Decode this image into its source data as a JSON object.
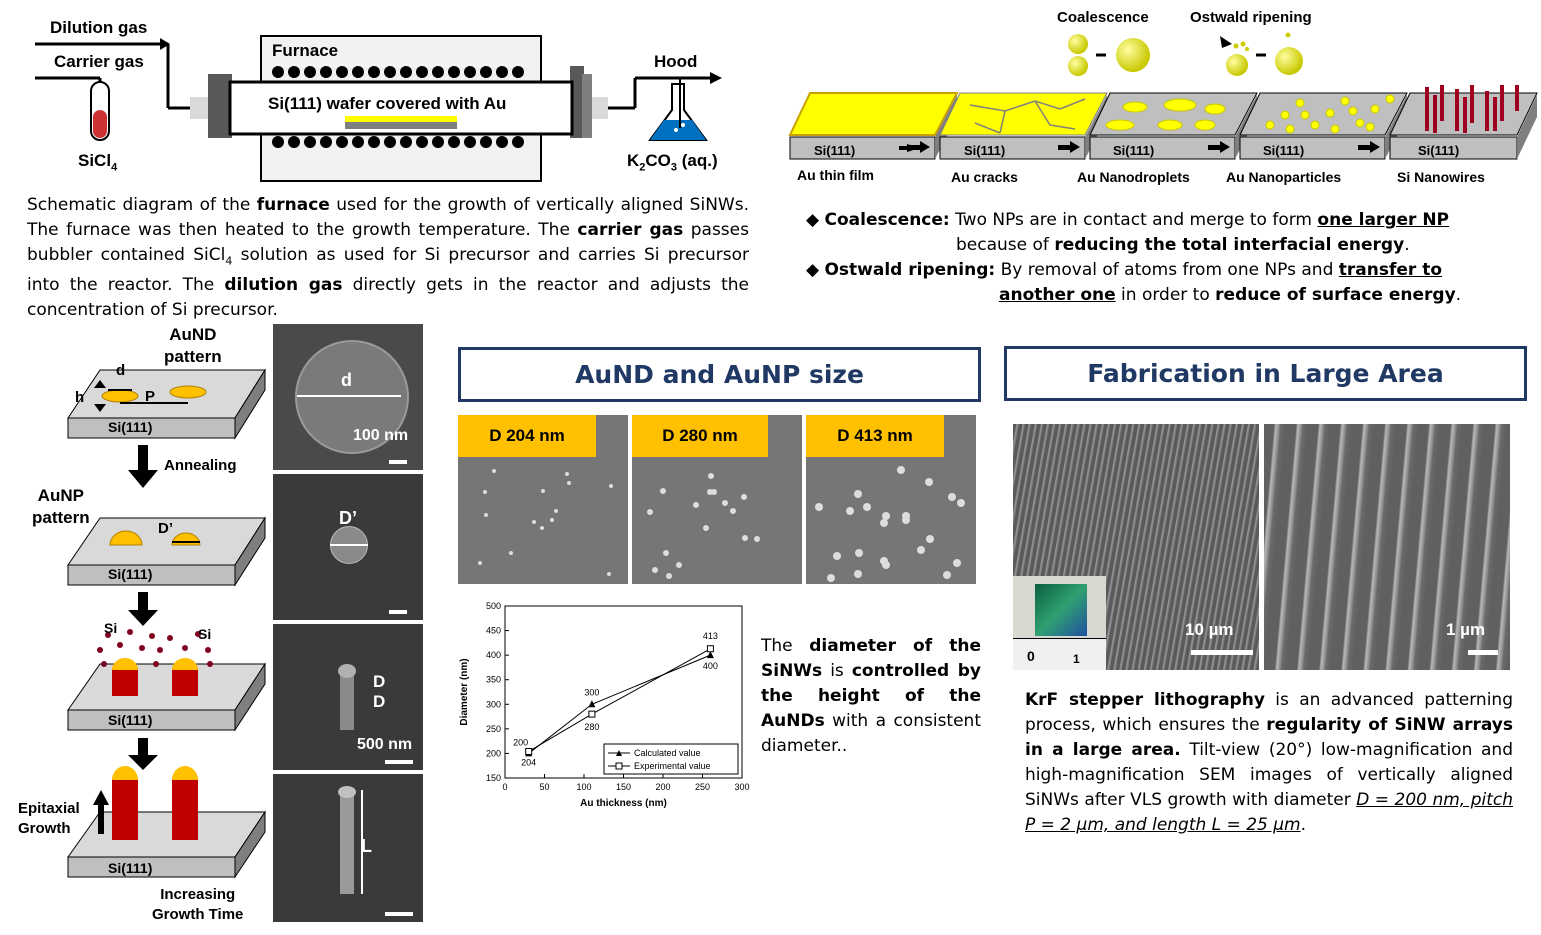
{
  "furnace": {
    "dilution_gas": "Dilution gas",
    "carrier_gas": "Carrier gas",
    "furnace": "Furnace",
    "wafer": "Si(111) wafer covered with Au",
    "hood": "Hood",
    "sicl4": "SiCl",
    "sicl4_sub": "4",
    "k2co3_a": "K",
    "k2co3_sub1": "2",
    "k2co3_b": "CO",
    "k2co3_sub2": "3",
    "k2co3_c": " (aq.)"
  },
  "furnace_caption": {
    "p1": "Schematic diagram of  the ",
    "b1": "furnace",
    "p2": " used for the growth of vertically aligned SiNWs. The furnace was then heated to the growth temperature. The ",
    "b2": "carrier gas",
    "p3": " passes bubbler contained SiCl",
    "sub": "4",
    "p4": " solution as used for Si precursor and carries Si precursor into the reactor. The ",
    "b3": "dilution gas",
    "p5": " directly gets in the reactor and adjusts the concentration of Si precursor."
  },
  "ripening": {
    "coalescence": "Coalescence",
    "ostwald": "Ostwald ripening",
    "stages": [
      {
        "sub": "Si(111)",
        "label": "Au thin film"
      },
      {
        "sub": "Si(111)",
        "label": "Au cracks"
      },
      {
        "sub": "Si(111)",
        "label": "Au Nanodroplets"
      },
      {
        "sub": "Si(111)",
        "label": "Au Nanoparticles"
      },
      {
        "sub": "Si(111)",
        "label": "Si Nanowires"
      }
    ],
    "bullet1_head": "Coalescence:",
    "bullet1_a": " Two NPs are in contact and merge to form ",
    "bullet1_u": "one larger NP",
    "bullet1_b": "because of ",
    "bullet1_bold": "reducing the total interfacial energy",
    "bullet1_end": ".",
    "bullet2_head": "Ostwald ripening:",
    "bullet2_a": " By removal of atoms from one NPs and ",
    "bullet2_u1": "transfer to",
    "bullet2_u2": "another one",
    "bullet2_b": " in order to ",
    "bullet2_bold": "reduce of surface energy",
    "bullet2_end": "."
  },
  "process": {
    "aund_pattern_1": "AuND",
    "aund_pattern_2": "pattern",
    "d": "d",
    "h": "h",
    "p": "P",
    "sub": "Si(111)",
    "annealing": "Annealing",
    "aunp_1": "AuNP",
    "aunp_2": "pattern",
    "dprime": "D’",
    "si": "Si",
    "epitaxial_1": "Epitaxial",
    "epitaxial_2": "Growth",
    "increasing_1": "Increasing",
    "increasing_2": "Growth Time"
  },
  "sem_column": {
    "d": "d",
    "scale1": "100 nm",
    "dprime": "D’",
    "D": "D",
    "D2": "D",
    "scale3": "500 nm",
    "L": "L"
  },
  "size_section": {
    "title": "AuND and AuNP size",
    "tags": [
      "D 204 nm",
      "D 280 nm",
      "D 413 nm"
    ],
    "description_p1": "The ",
    "description_b1": "diameter of the SiNWs",
    "description_p2": " is ",
    "description_b2": "controlled by the height of the AuNDs",
    "description_p3": " with a consistent diameter.."
  },
  "chart_data": {
    "type": "line",
    "xlabel": "Au thickness (nm)",
    "ylabel": "Diameter (nm)",
    "xlim": [
      0,
      300
    ],
    "ylim": [
      150,
      500
    ],
    "xticks": [
      "0",
      "50",
      "100",
      "150",
      "200",
      "250",
      "300"
    ],
    "yticks": [
      "150",
      "200",
      "250",
      "300",
      "350",
      "400",
      "450",
      "500"
    ],
    "x": [
      30,
      110,
      260
    ],
    "series": [
      {
        "name": "Calculated value",
        "values": [
          200,
          300,
          400
        ],
        "labels": [
          "200",
          "300",
          "400"
        ],
        "marker": "triangle"
      },
      {
        "name": "Experimental value",
        "values": [
          204,
          280,
          413
        ],
        "labels": [
          "204",
          "280",
          "413"
        ],
        "marker": "square"
      }
    ],
    "legend": "bottom-right",
    "grid": false
  },
  "large_area": {
    "title": "Fabrication in Large Area",
    "scale1": "10 µm",
    "scale2": "1 µm",
    "ruler0": "0",
    "ruler1": "1",
    "b1": "KrF stepper lithography",
    "p1": " is an advanced patterning process, which ensures the ",
    "b2": "regularity of SiNW arrays in a large area.",
    "p2": " Tilt-view (20°) low-magnification and high-magnification SEM images of vertically aligned SiNWs after VLS growth with diameter ",
    "u1": "D = 200 nm, pitch P = 2 µm, and length L = 25 µm",
    "p3": "."
  },
  "colors": {
    "gold": "#ffc000",
    "yellow": "#ffff00",
    "navy": "#1f3864",
    "crimson": "#c00000",
    "substrate": "#bfbfbf"
  }
}
